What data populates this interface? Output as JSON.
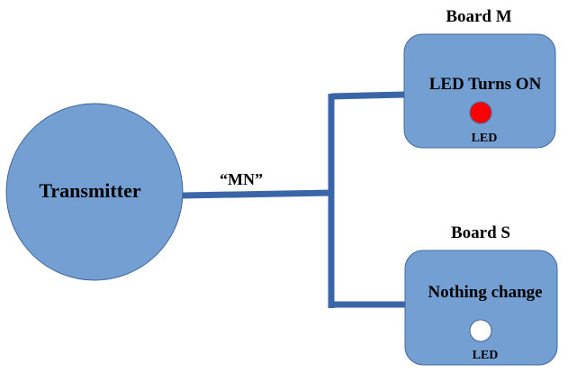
{
  "colors": {
    "shape_fill": "#739fd2",
    "wire": "#3a66a8",
    "led_on": "#ff0000",
    "led_off": "#ffffff"
  },
  "transmitter": {
    "label": "Transmitter"
  },
  "signal": {
    "label": "“MN”"
  },
  "board_m": {
    "title": "Board M",
    "status": "LED Turns ON",
    "led_label": "LED",
    "led_state": "on"
  },
  "board_s": {
    "title": "Board S",
    "status": "Nothing change",
    "led_label": "LED",
    "led_state": "off"
  }
}
